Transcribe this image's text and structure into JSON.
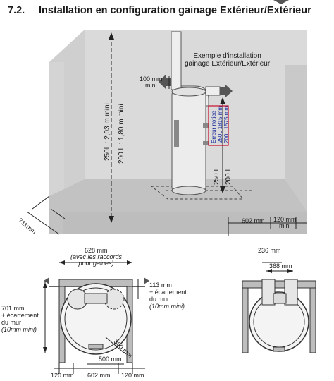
{
  "section": {
    "number": "7.2.",
    "title": "Installation en configuration gainage Extérieur/Extérieur"
  },
  "top_view": {
    "example_label_line1": "Exemple d'installation",
    "example_label_line2": "gainage Extérieur/Extérieur",
    "duct_clearance_value": "100 mm",
    "duct_clearance_note": "mini",
    "height_250l": "250L : 2,03 m mini",
    "height_200l": "200 L : 1,80 m mini",
    "product_height_250l": "250 L",
    "product_height_200l": "200 L",
    "notice_lines": [
      "Erreur notice",
      "250L 1815 mm",
      "200L 1575 mm"
    ],
    "wall_dim": "711mm",
    "floor_dim_1": "602 mm",
    "floor_dim_2": "120 mm",
    "floor_dim_2_note": "mini"
  },
  "plan_left": {
    "width_dim": "628 mm",
    "width_note_line1": "(avec les raccords",
    "width_note_line2": "pour gaines)",
    "side_dim": "113 mm",
    "side_note_line1": "+ écartement",
    "side_note_line2": "du mur",
    "side_note_line3": "(10mm mini)",
    "depth_dim": "701 mm",
    "depth_note_line1": "+ écartement",
    "depth_note_line2": "du mur",
    "depth_note_line3": "(10mm mini)",
    "radius_dim": "300 mm",
    "front_dim": "500 mm",
    "bottom_dims": [
      "120 mm",
      "602 mm",
      "120 mm"
    ]
  },
  "plan_right": {
    "outer_dim": "236 mm",
    "inner_dim": "368 mm"
  },
  "colors": {
    "wall": "#d6d6d6",
    "floor": "#c4c4c4",
    "tank": "#ececec",
    "notice_border": "#c8102e",
    "notice_text": "#1a2b9c"
  }
}
